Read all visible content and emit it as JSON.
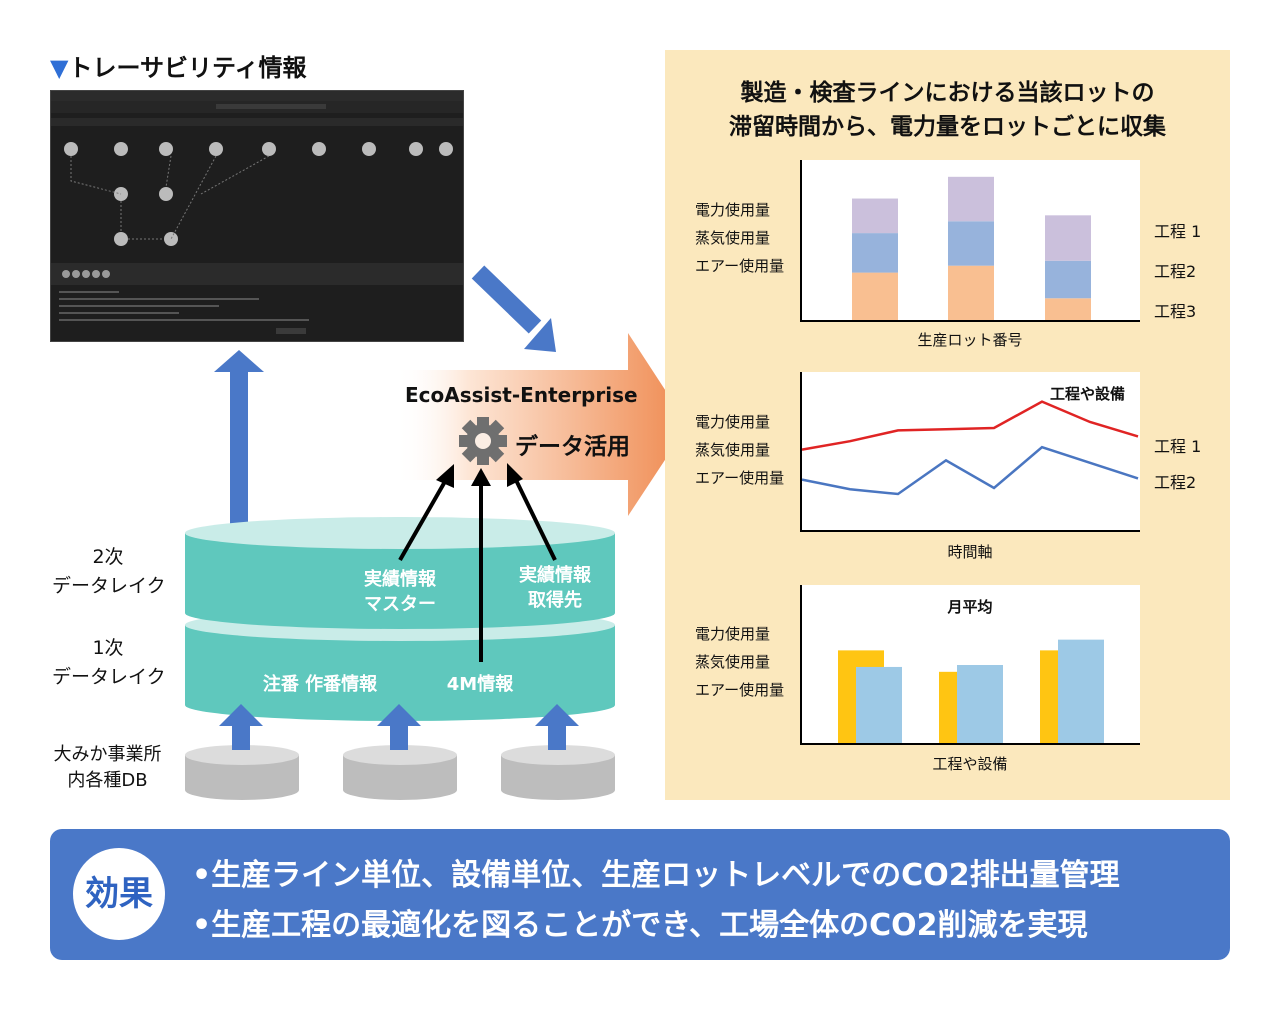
{
  "traceability": {
    "marker": "▼",
    "title": "トレーサビリティ情報"
  },
  "panel": {
    "title_line1": "製造・検査ラインにおける当該ロットの",
    "title_line2": "滞留時間から、電力量をロットごとに収集"
  },
  "chart_data": [
    {
      "type": "bar",
      "stacked": true,
      "categories": [
        "",
        "",
        ""
      ],
      "series": [
        {
          "name": "工程3",
          "color": "#f9bf91",
          "values": [
            48,
            55,
            22
          ]
        },
        {
          "name": "工程2",
          "color": "#97b3dc",
          "values": [
            40,
            45,
            38
          ]
        },
        {
          "name": "工程 1",
          "color": "#cbc0dc",
          "values": [
            35,
            45,
            46
          ]
        }
      ],
      "ylim": [
        0,
        160
      ],
      "ylabels": [
        "電力使用量",
        "蒸気使用量",
        "エアー使用量"
      ],
      "xlabel": "生産ロット番号"
    },
    {
      "type": "line",
      "title": "工程や設備",
      "x": [
        0,
        1,
        2,
        3,
        4,
        5,
        6,
        7
      ],
      "series": [
        {
          "name": "工程 1",
          "color": "#e02424",
          "values": [
            67,
            74,
            83,
            84,
            85,
            107,
            90,
            78
          ]
        },
        {
          "name": "工程2",
          "color": "#4a76c1",
          "values": [
            42,
            34,
            30,
            58,
            35,
            69,
            56,
            43
          ]
        }
      ],
      "ylim": [
        0,
        130
      ],
      "ylabels": [
        "電力使用量",
        "蒸気使用量",
        "エアー使用量"
      ],
      "xlabel": "時間軸"
    },
    {
      "type": "bar",
      "title": "月平均",
      "categories": [
        "",
        "",
        ""
      ],
      "series": [
        {
          "name": "",
          "color": "#ffc512",
          "values": [
            95,
            73,
            95
          ]
        },
        {
          "name": "",
          "color": "#9dc9e6",
          "values": [
            78,
            80,
            106
          ]
        }
      ],
      "ylim": [
        0,
        160
      ],
      "ylabels": [
        "電力使用量",
        "蒸気使用量",
        "エアー使用量"
      ],
      "xlabel": "工程や設備"
    }
  ],
  "hub": {
    "product": "EcoAssist-Enterprise",
    "label": "データ活用"
  },
  "lake": {
    "secondary_line1": "2次",
    "secondary_line2": "データレイク",
    "primary_line1": "1次",
    "primary_line2": "データレイク",
    "top_left_1": "実績情報",
    "top_left_2": "マスター",
    "top_right_1": "実績情報",
    "top_right_2": "取得先",
    "bottom_left": "注番 作番情報",
    "bottom_right": "4M情報"
  },
  "sources": {
    "line1": "大みか事業所",
    "line2": "内各種DB"
  },
  "effect": {
    "badge": "効果",
    "line1": "•生産ライン単位、設備単位、生産ロットレベルでのCO2排出量管理",
    "line2": "•生産工程の最適化を図ることができ、工場全体のCO2削減を実現"
  },
  "colors": {
    "arrow_blue": "#4a78c8",
    "lake_teal": "#5fc8bd",
    "lake_top": "#bfe9e4",
    "hub_orange": "#ef8a50",
    "panel_bg": "#fbe8bd"
  }
}
